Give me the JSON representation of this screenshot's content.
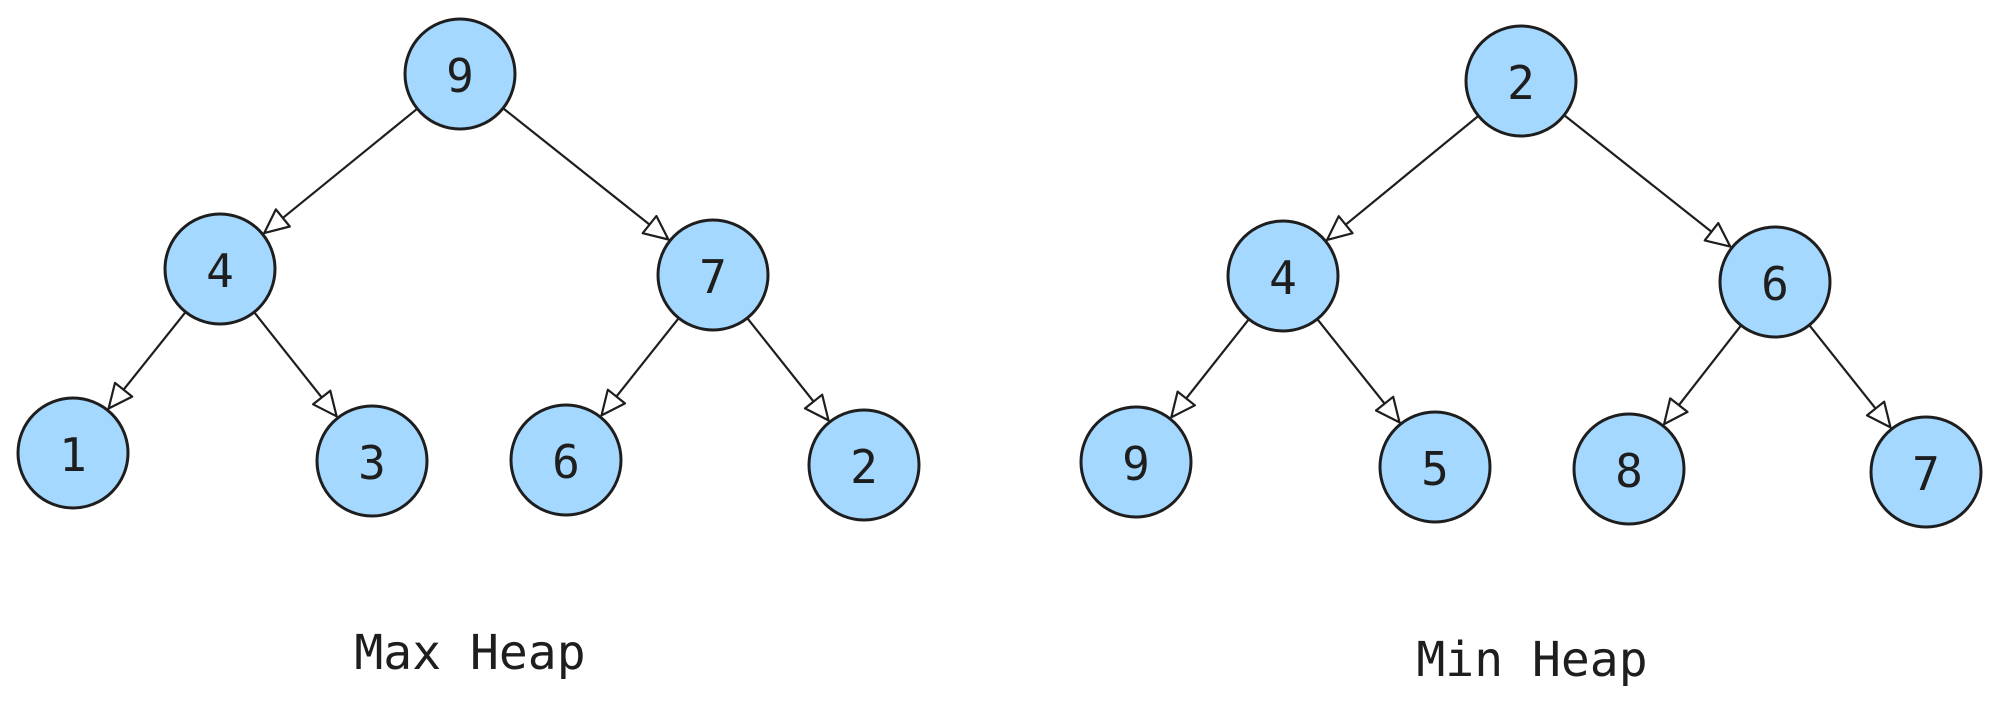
{
  "colors": {
    "node_fill": "#a5d8ff",
    "stroke": "#1e1e1e",
    "background": "#ffffff"
  },
  "trees": [
    {
      "caption": "Max Heap",
      "nodes": [
        {
          "id": "m0",
          "label": "9"
        },
        {
          "id": "m1",
          "label": "4"
        },
        {
          "id": "m2",
          "label": "7"
        },
        {
          "id": "m3",
          "label": "1"
        },
        {
          "id": "m4",
          "label": "3"
        },
        {
          "id": "m5",
          "label": "6"
        },
        {
          "id": "m6",
          "label": "2"
        }
      ],
      "edges": [
        {
          "from": "m0",
          "to": "m1"
        },
        {
          "from": "m0",
          "to": "m2"
        },
        {
          "from": "m1",
          "to": "m3"
        },
        {
          "from": "m1",
          "to": "m4"
        },
        {
          "from": "m2",
          "to": "m5"
        },
        {
          "from": "m2",
          "to": "m6"
        }
      ]
    },
    {
      "caption": "Min Heap",
      "nodes": [
        {
          "id": "n0",
          "label": "2"
        },
        {
          "id": "n1",
          "label": "4"
        },
        {
          "id": "n2",
          "label": "6"
        },
        {
          "id": "n3",
          "label": "9"
        },
        {
          "id": "n4",
          "label": "5"
        },
        {
          "id": "n5",
          "label": "8"
        },
        {
          "id": "n6",
          "label": "7"
        }
      ],
      "edges": [
        {
          "from": "n0",
          "to": "n1"
        },
        {
          "from": "n0",
          "to": "n2"
        },
        {
          "from": "n1",
          "to": "n3"
        },
        {
          "from": "n1",
          "to": "n4"
        },
        {
          "from": "n2",
          "to": "n5"
        },
        {
          "from": "n2",
          "to": "n6"
        }
      ]
    }
  ]
}
